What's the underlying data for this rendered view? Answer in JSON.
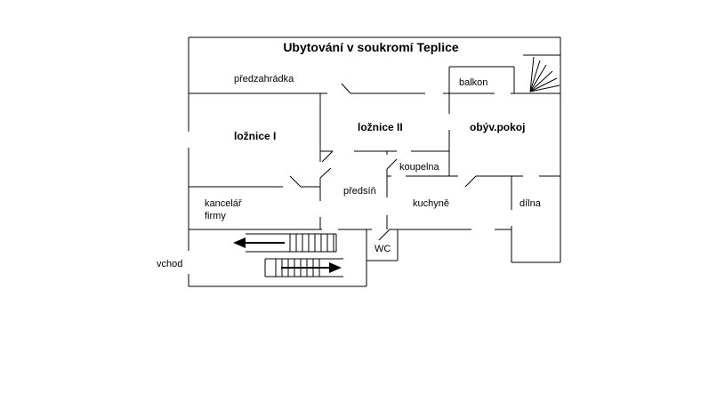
{
  "title": "Ubytování v soukromí Teplice",
  "rooms": {
    "predzahradka": {
      "label": "předzahrádka"
    },
    "balkon": {
      "label": "balkon"
    },
    "loznice1": {
      "label": "ložnice I"
    },
    "loznice2": {
      "label": "ložnice II"
    },
    "obyv_pokoj": {
      "label": "obýv.pokoj"
    },
    "koupelna": {
      "label": "koupelna"
    },
    "predsin": {
      "label": "předsíň"
    },
    "kuchyne": {
      "label": "kuchyně"
    },
    "dilna": {
      "label": "dílna"
    },
    "kancelar": {
      "label_line1": "kancelář",
      "label_line2": "firmy"
    },
    "wc": {
      "label": "WC"
    },
    "vchod": {
      "label": "vchod"
    }
  },
  "colors": {
    "wall": "#000000",
    "background": "#ffffff",
    "text": "#000000"
  }
}
